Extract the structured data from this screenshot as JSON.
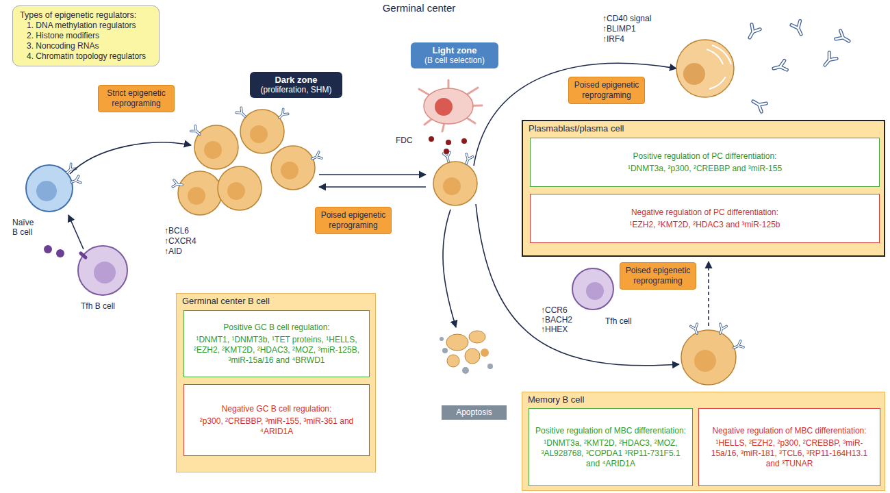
{
  "diagram": {
    "nodes": [
      {
        "text": [
          "Types of epigenetic regulators:",
          "1. DNA methylation regulators",
          "2. Histone modifiers",
          "3. Noncoding RNAs",
          "4. Chromatin topology regulators"
        ]
      },
      {
        "text": [
          "Germinal center"
        ]
      },
      {
        "text": [
          "Dark zone",
          "(proliferation, SHM)"
        ],
        "in": 1
      },
      {
        "text": [
          "Light zone",
          "(B cell selection)"
        ],
        "in": 1
      },
      {
        "text": [
          "Strict epigenetic reprograming"
        ]
      },
      {
        "text": [
          "Poised epigenetic reprograming"
        ],
        "in": 1
      },
      {
        "text": [
          "Apoptosis"
        ],
        "in": 1
      },
      {
        "text": [
          "Poised epigenetic reprograming"
        ]
      },
      {
        "text": [
          "Poised epigenetic reprograming"
        ]
      },
      {
        "text": [
          "Germinal center B cell"
        ]
      },
      {
        "text": [
          "Positive GC B cell regulation:",
          "¹DNMT1, ¹DNMT3b, ¹TET proteins, ¹HELLS, ²EZH2, ²KMT2D, ²HDAC3, ²MOZ, ³miR-125B, ³miR-15a/16 and ⁴BRWD1"
        ],
        "in": 9
      },
      {
        "text": [
          "Negative GC B cell regulation:",
          "²p300, ²CREBBP, ³miR-155, ³miR-361 and ⁴ARID1A"
        ],
        "in": 9
      },
      {
        "text": [
          "Plasmablast/plasma cell"
        ]
      },
      {
        "text": [
          "Positive regulation of PC differentiation:",
          "¹DNMT3a, ²p300, ²CREBBP and ³miR-155"
        ],
        "in": 12
      },
      {
        "text": [
          "Negative regulation of PC differentiation:",
          "¹EZH2, ²KMT2D, ²HDAC3 and ³miR-125b"
        ],
        "in": 12
      },
      {
        "text": [
          "Memory B cell"
        ]
      },
      {
        "text": [
          "Positive regulation of MBC differentiation:",
          "¹DNMT3a, ²KMT2D, ²HDAC3, ²MOZ, ³AL928768, ³COPDA1 ³RP11-731F5.1 and ⁴ARID1A"
        ],
        "in": 15
      },
      {
        "text": [
          "Negative regulation of MBC differentiation:",
          "¹HELLS, ²EZH2, ²p300, ²CREBBP, ³miR-15a/16, ³miR-181, ³TCL6, ³RP11-164H13.1 and ³TUNAR"
        ],
        "in": 15
      }
    ],
    "labels": [
      "Naïve B cell",
      "Tfh B cell",
      "↑BCL6",
      "↑CXCR4",
      "↑AID",
      "FDC",
      "Tfh cell",
      "↑CD40 signal",
      "↑BLIMP1",
      "↑IRF4",
      "↑CCR6",
      "↑BACH2",
      "↑HHEX"
    ]
  }
}
